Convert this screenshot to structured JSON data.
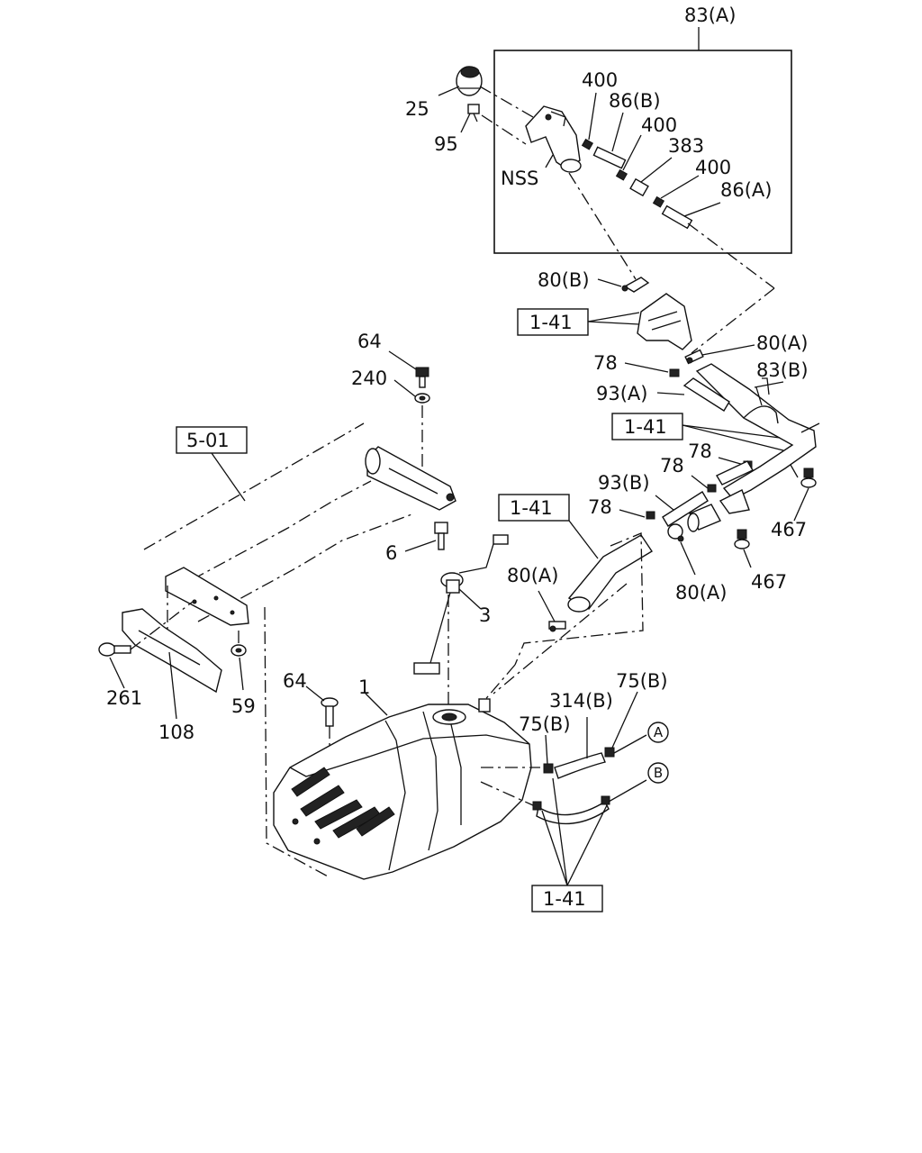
{
  "diagram": {
    "callouts": {
      "c83a": "83(A)",
      "c25": "25",
      "c95": "95",
      "cnss": "NSS",
      "c400a": "400",
      "c86b": "86(B)",
      "c400b": "400",
      "c383": "383",
      "c400c": "400",
      "c86a": "86(A)",
      "c80b": "80(B)",
      "c64a": "64",
      "c240": "240",
      "c80a1": "80(A)",
      "c78a": "78",
      "c83b": "83(B)",
      "c93a": "93(A)",
      "c78b": "78",
      "c78c": "78",
      "c93b": "93(B)",
      "c78d": "78",
      "c467a": "467",
      "c80a2": "80(A)",
      "c467b": "467",
      "c6": "6",
      "c80a3": "80(A)",
      "c3": "3",
      "c261": "261",
      "c108": "108",
      "c59": "59",
      "c64b": "64",
      "c1": "1",
      "c314b": "314(B)",
      "c75b1": "75(B)",
      "c75b2": "75(B)"
    },
    "refs": {
      "r141a": "1-41",
      "r141b": "1-41",
      "r141c": "1-41",
      "r141d": "1-41",
      "r501": "5-01"
    },
    "connectors": {
      "a": "A",
      "b": "B"
    }
  }
}
